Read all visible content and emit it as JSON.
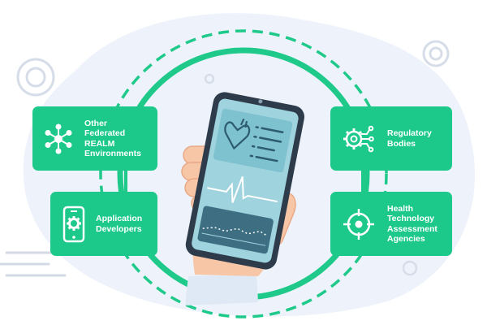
{
  "colors": {
    "accent": "#1fc98a",
    "card": "#1cc98b",
    "blob": "#eef3fb",
    "skin": "#f7c6a6",
    "sleeve": "#dfe9f6",
    "phone_body": "#2e3b4a",
    "phone_screen": "#9fd3de",
    "screen_dark": "#3d6e82"
  },
  "nodes": [
    {
      "id": "other-federated",
      "label": "Other\nFederated\nREALM\nEnvironments",
      "icon": "network-icon"
    },
    {
      "id": "application-developers",
      "label": "Application\nDevelopers",
      "icon": "mobile-gear-icon"
    },
    {
      "id": "regulatory-bodies",
      "label": "Regulatory\nBodies",
      "icon": "circuit-gear-icon"
    },
    {
      "id": "hta-agencies",
      "label": "Health\nTechnology\nAssessment\nAgencies",
      "icon": "crosshair-icon"
    }
  ]
}
